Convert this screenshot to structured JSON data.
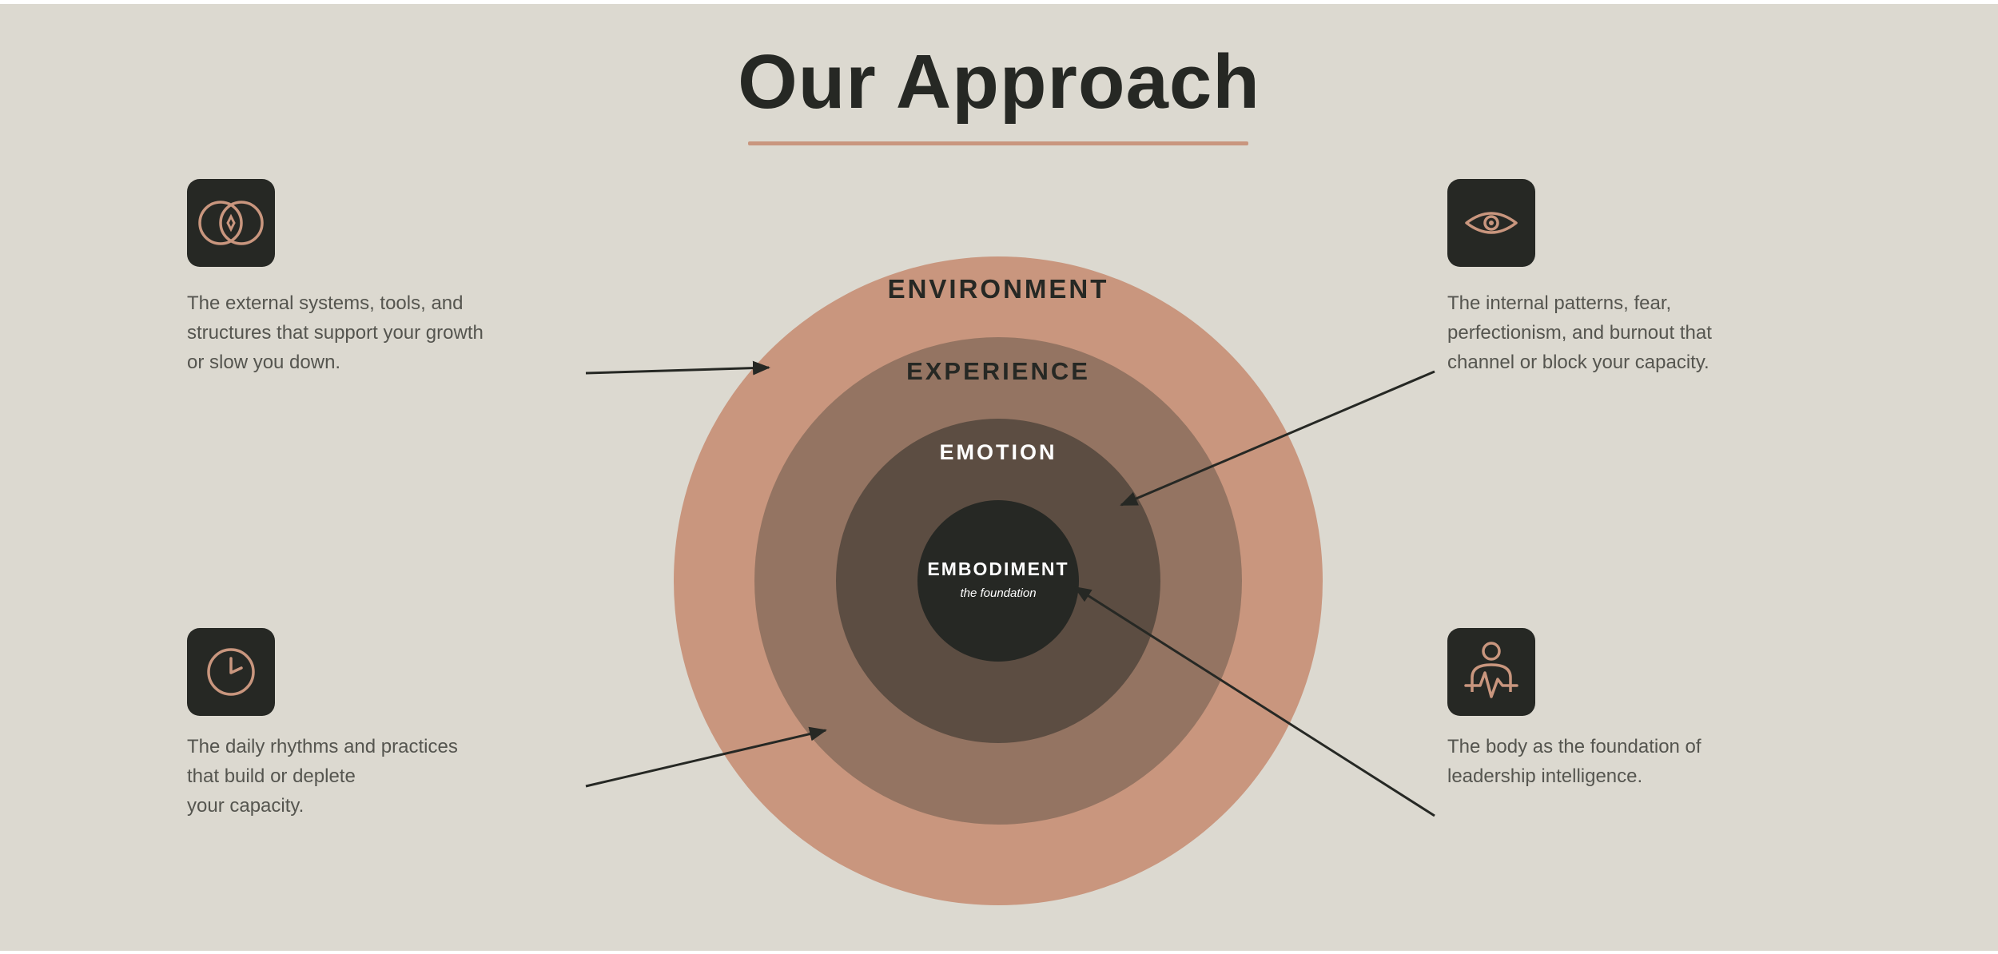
{
  "page": {
    "title": "Our Approach"
  },
  "colors": {
    "background": "#dcd9d0",
    "accent": "#c9967e",
    "ring_environment": "#c9967e",
    "ring_experience": "#947462",
    "ring_emotion": "#5c4d42",
    "core": "#262824",
    "text_dark": "#262824",
    "text_light": "#ffffff",
    "body_text": "#55554f"
  },
  "diagram": {
    "rings": [
      {
        "label": "ENVIRONMENT"
      },
      {
        "label": "EXPERIENCE"
      },
      {
        "label": "EMOTION"
      },
      {
        "label": "EMBODIMENT",
        "sublabel": "the foundation"
      }
    ]
  },
  "callouts": {
    "top_left": {
      "icon": "overlapping-circles-icon",
      "lines": [
        "The external systems, tools, and",
        "structures that support your growth",
        "or slow you down."
      ],
      "points_to": "ENVIRONMENT"
    },
    "bottom_left": {
      "icon": "clock-icon",
      "lines": [
        "The daily rhythms and practices",
        "that build or deplete",
        "your capacity."
      ],
      "points_to": "EXPERIENCE"
    },
    "top_right": {
      "icon": "eye-icon",
      "lines": [
        "The internal patterns, fear,",
        "perfectionism, and burnout that",
        "channel or block your capacity."
      ],
      "points_to": "EMOTION"
    },
    "bottom_right": {
      "icon": "person-heartbeat-icon",
      "lines": [
        "The body as the foundation of",
        "leadership intelligence."
      ],
      "points_to": "EMBODIMENT"
    }
  }
}
